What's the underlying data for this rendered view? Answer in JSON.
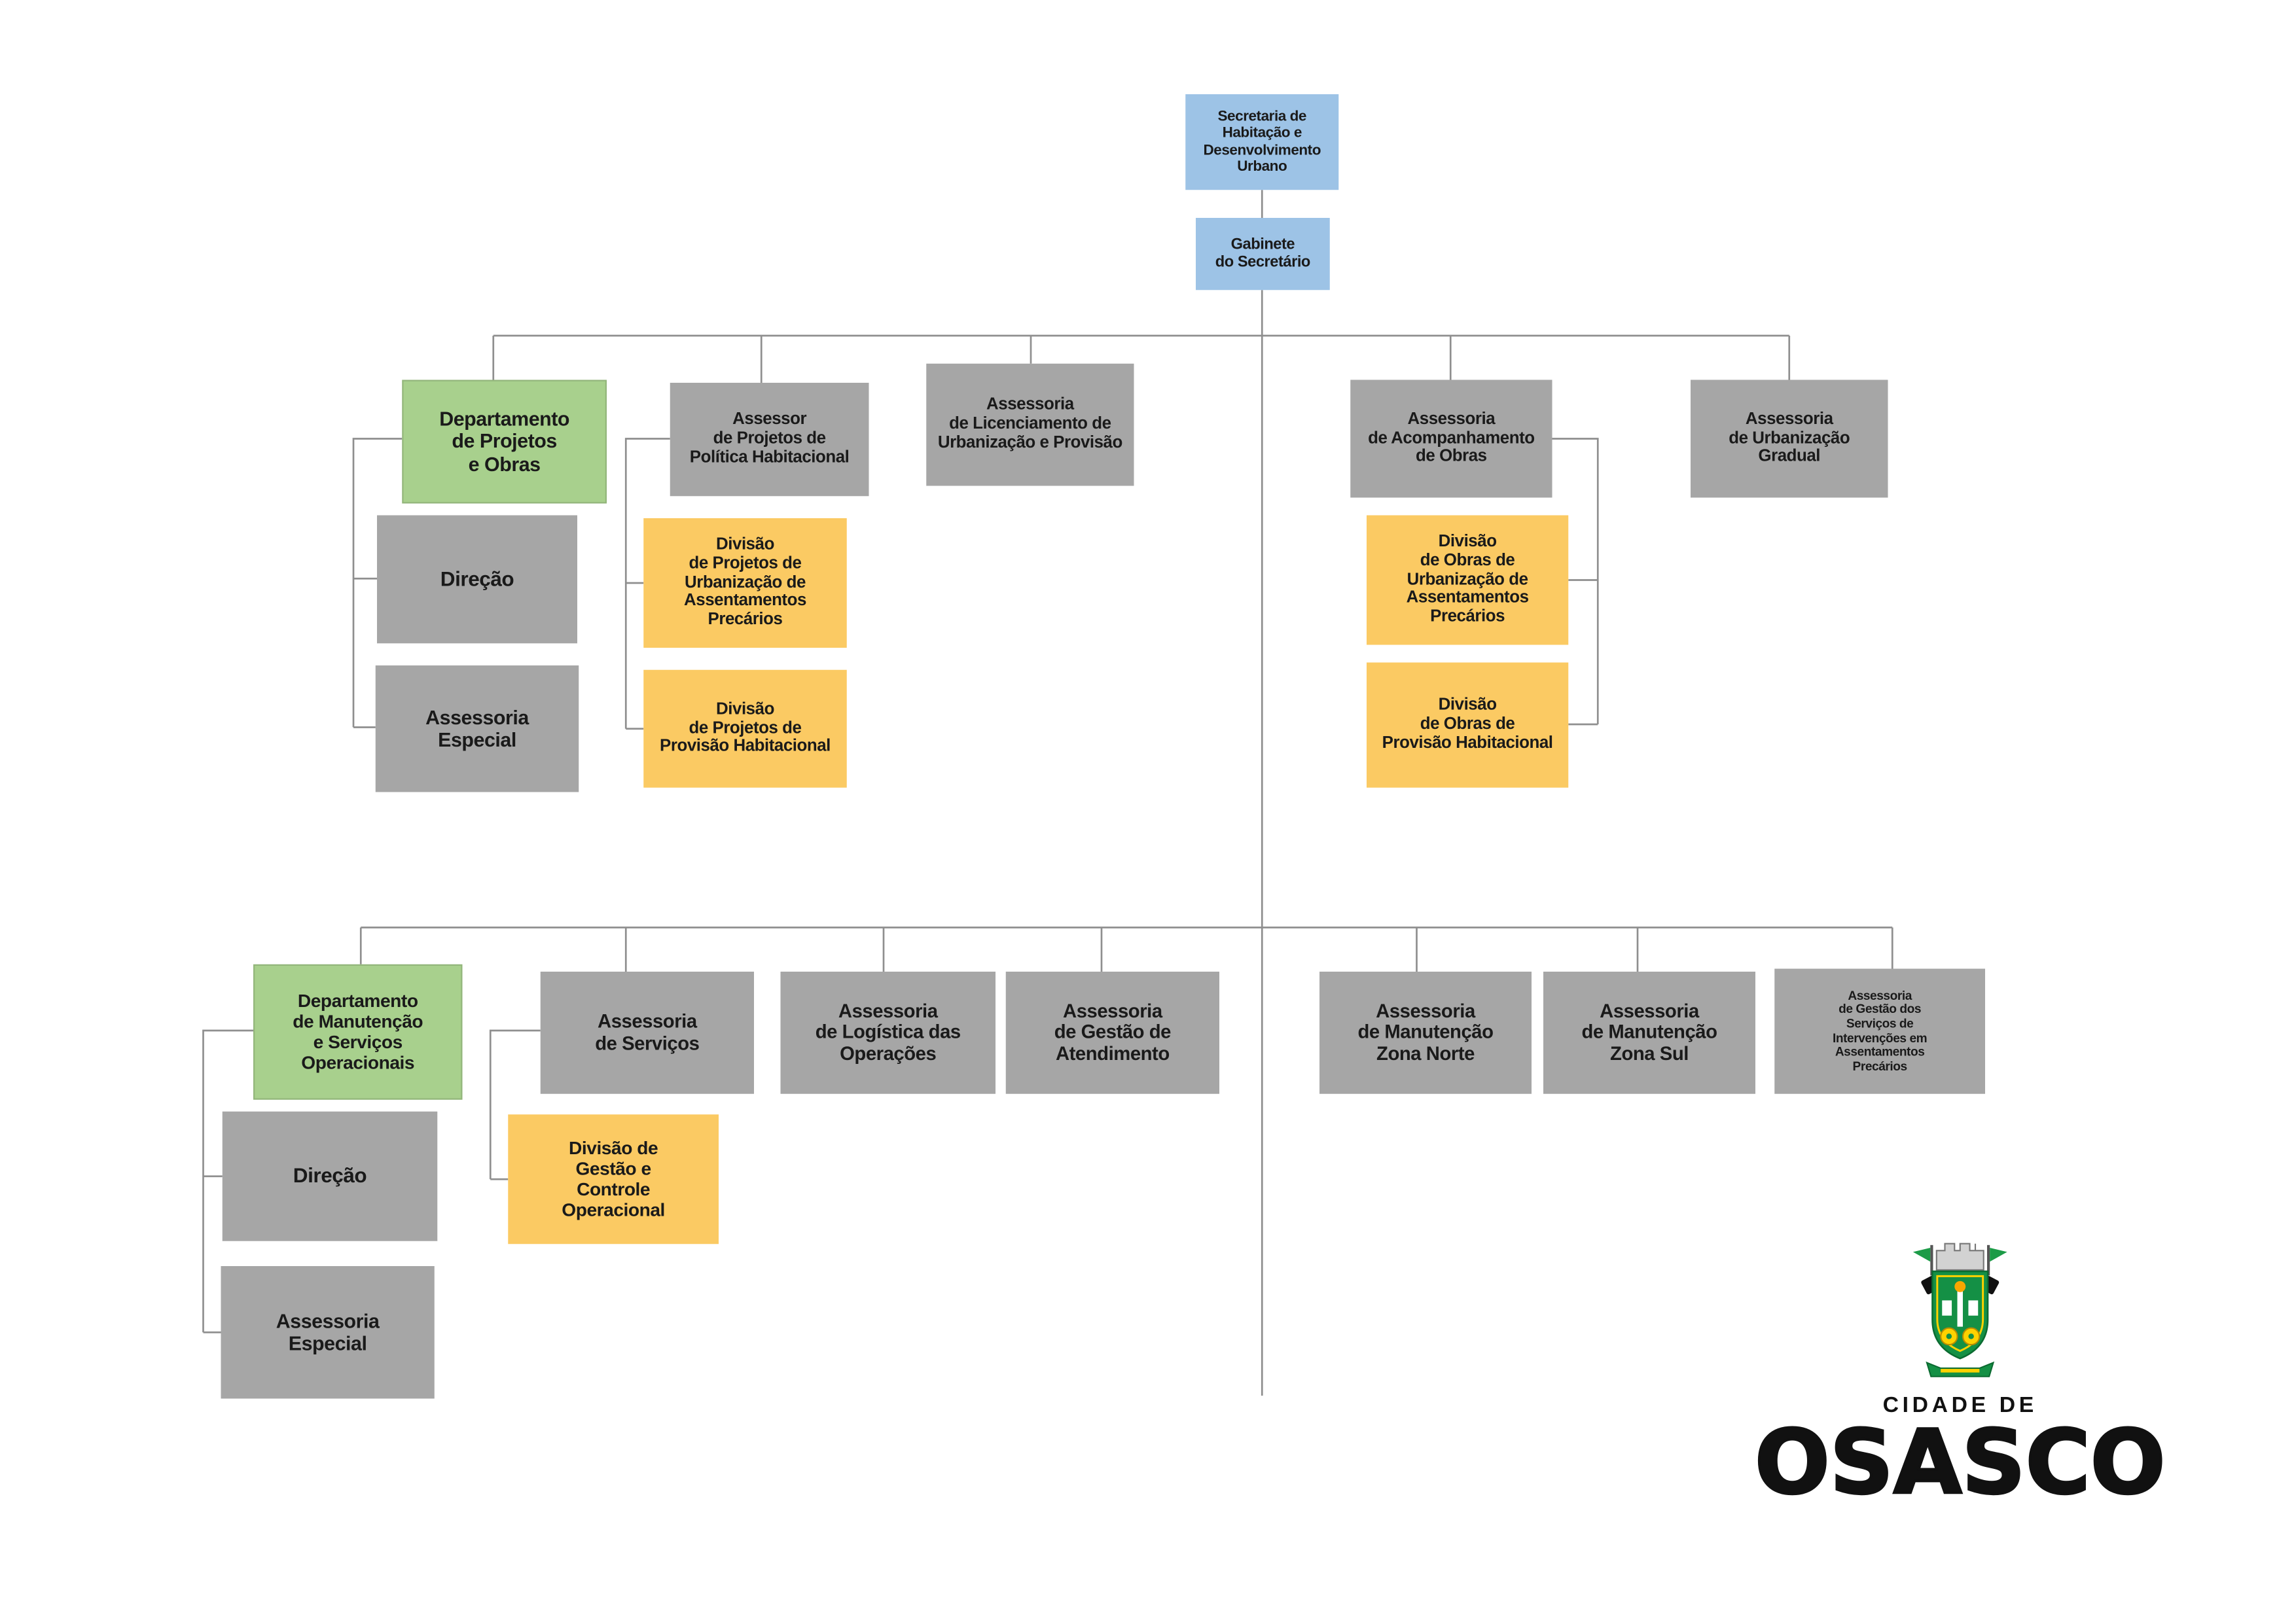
{
  "colors": {
    "box_blue": "#9dc3e6",
    "box_green": "#a8d08d",
    "box_gray": "#a6a6a6",
    "box_orange": "#fbca63",
    "line_gray": "#8f8f8f",
    "text_dark": "#1a1a1a",
    "crest_green": "#149045",
    "crest_yellow": "#ffd200"
  },
  "nodes": {
    "secretaria": {
      "label": "Secretaria de\nHabitação e\nDesenvolvimento\nUrbano",
      "type": "blue"
    },
    "gabinete": {
      "label": "Gabinete\ndo Secretário",
      "type": "blue"
    },
    "dep_projetos": {
      "label": "Departamento\nde Projetos\ne Obras",
      "type": "green"
    },
    "assessor_projetos": {
      "label": "Assessor\nde Projetos de\nPolítica Habitacional",
      "type": "gray"
    },
    "ass_licenciamento": {
      "label": "Assessoria\nde Licenciamento de\nUrbanização e Provisão",
      "type": "gray"
    },
    "ass_acompanhamento": {
      "label": "Assessoria\nde Acompanhamento\nde Obras",
      "type": "gray"
    },
    "ass_urbanizacao_gradual": {
      "label": "Assessoria\nde Urbanização\nGradual",
      "type": "gray"
    },
    "direcao_projetos": {
      "label": "Direção",
      "type": "gray"
    },
    "ass_especial_projetos": {
      "label": "Assessoria\nEspecial",
      "type": "gray"
    },
    "div_proj_urb": {
      "label": "Divisão\nde Projetos de\nUrbanização de\nAssentamentos\nPrecários",
      "type": "orange"
    },
    "div_proj_prov": {
      "label": "Divisão\nde Projetos de\nProvisão Habitacional",
      "type": "orange"
    },
    "div_obras_urb": {
      "label": "Divisão\nde Obras de\nUrbanização de\nAssentamentos\nPrecários",
      "type": "orange"
    },
    "div_obras_prov": {
      "label": "Divisão\nde Obras de\nProvisão Habitacional",
      "type": "orange"
    },
    "dep_manutencao": {
      "label": "Departamento\nde Manutenção\ne Serviços\nOperacionais",
      "type": "green"
    },
    "ass_servicos": {
      "label": "Assessoria\nde Serviços",
      "type": "gray"
    },
    "ass_logistica": {
      "label": "Assessoria\nde Logística das\nOperações",
      "type": "gray"
    },
    "ass_gestao_atendimento": {
      "label": "Assessoria\nde Gestão de\nAtendimento",
      "type": "gray"
    },
    "ass_manutencao_norte": {
      "label": "Assessoria\nde Manutenção\nZona Norte",
      "type": "gray"
    },
    "ass_manutencao_sul": {
      "label": "Assessoria\nde Manutenção\nZona Sul",
      "type": "gray"
    },
    "ass_gestao_servicos": {
      "label": "Assessoria\nde Gestão dos\nServiços de\nIntervenções em\nAssentamentos\nPrecários",
      "type": "gray"
    },
    "direcao_manutencao": {
      "label": "Direção",
      "type": "gray"
    },
    "ass_especial_manutencao": {
      "label": "Assessoria\nEspecial",
      "type": "gray"
    },
    "div_gestao_controle": {
      "label": "Divisão de\nGestão e\nControle\nOperacional",
      "type": "orange"
    }
  },
  "logo": {
    "crest_icon": "osasco-coat-of-arms",
    "city_line1": "CIDADE DE",
    "city_line2": "OSASCO"
  }
}
